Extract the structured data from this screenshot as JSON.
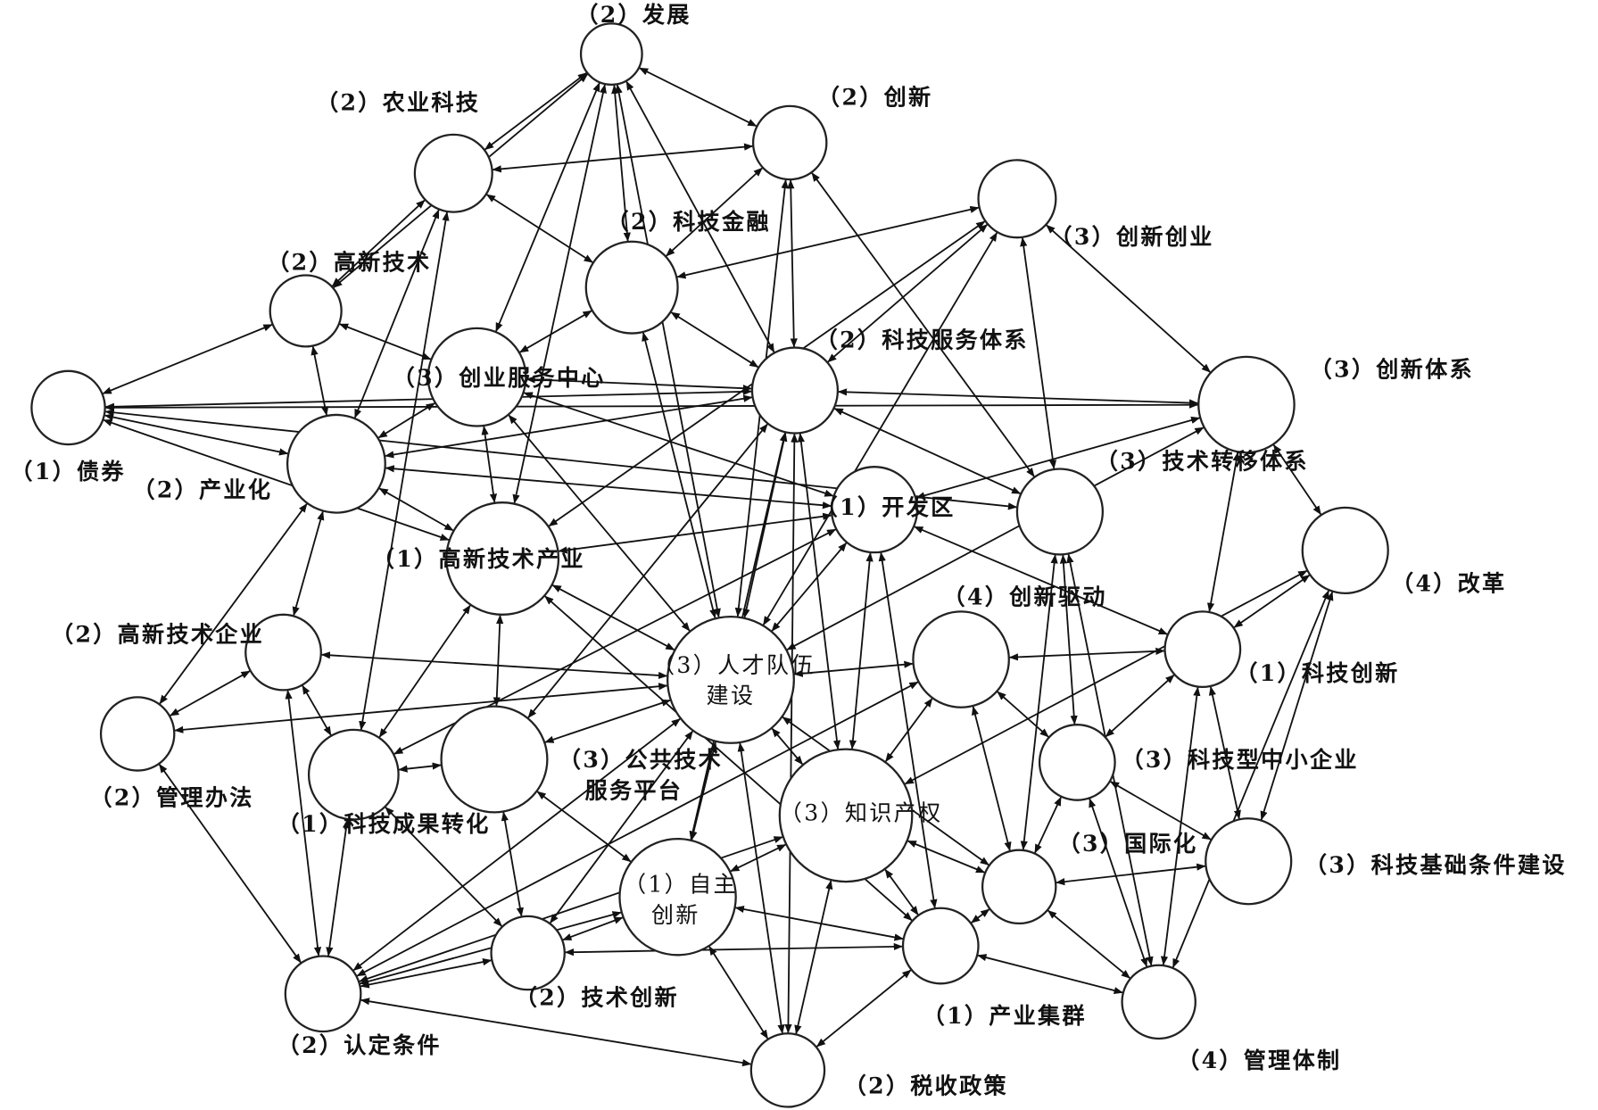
{
  "diagram": {
    "type": "network",
    "nodes": [
      {
        "id": 1,
        "label": "（2）发展"
      },
      {
        "id": 2,
        "label": "（2）创新"
      },
      {
        "id": 3,
        "label": "（2）农业科技"
      },
      {
        "id": 4,
        "label": "（3）创新创业"
      },
      {
        "id": 5,
        "label": "（2）科技金融"
      },
      {
        "id": 6,
        "label": "（2）高新技术"
      },
      {
        "id": 7,
        "label": "（3）创业服务中心"
      },
      {
        "id": 8,
        "label": "（2）科技服务体系"
      },
      {
        "id": 9,
        "label": "（3）创新体系"
      },
      {
        "id": 10,
        "label": "（1）债券"
      },
      {
        "id": 11,
        "label": "（2）产业化"
      },
      {
        "id": 12,
        "label": "（3）技术转移体系"
      },
      {
        "id": 13,
        "label": "（1）开发区"
      },
      {
        "id": 14,
        "label": "（4）改革"
      },
      {
        "id": 15,
        "label": "（1）高新技术产业"
      },
      {
        "id": 16,
        "label": "（2）高新技术企业"
      },
      {
        "id": 17,
        "label": "（4）创新驱动"
      },
      {
        "id": 18,
        "label": "（1）科技创新"
      },
      {
        "id": 19,
        "label": "（3）人才队伍",
        "label2": "建设"
      },
      {
        "id": 20,
        "label": "（2）管理办法"
      },
      {
        "id": 21,
        "label": "（3）公共技术",
        "label2": "服务平台"
      },
      {
        "id": 22,
        "label": "（1）科技成果转化"
      },
      {
        "id": 23,
        "label": "（3）科技型中小企业"
      },
      {
        "id": 24,
        "label": "（3）知识产权"
      },
      {
        "id": 25,
        "label": "（3）国际化"
      },
      {
        "id": 26,
        "label": "（3）科技基础条件建设"
      },
      {
        "id": 27,
        "label": "（1）自主",
        "label2": "创新"
      },
      {
        "id": 28,
        "label": "（2）技术创新"
      },
      {
        "id": 29,
        "label": "（1）产业集群"
      },
      {
        "id": 30,
        "label": "（4）管理体制"
      },
      {
        "id": 31,
        "label": "（2）认定条件"
      },
      {
        "id": 32,
        "label": "（2）税收政策"
      }
    ],
    "edges": [
      [
        1,
        3
      ],
      [
        1,
        2
      ],
      [
        1,
        5
      ],
      [
        1,
        7
      ],
      [
        1,
        8
      ],
      [
        1,
        19
      ],
      [
        1,
        15
      ],
      [
        1,
        6
      ],
      [
        2,
        3
      ],
      [
        2,
        5
      ],
      [
        2,
        8
      ],
      [
        2,
        12
      ],
      [
        2,
        19
      ],
      [
        3,
        5
      ],
      [
        3,
        6
      ],
      [
        3,
        11
      ],
      [
        3,
        22
      ],
      [
        4,
        8
      ],
      [
        4,
        12
      ],
      [
        4,
        9
      ],
      [
        4,
        5
      ],
      [
        4,
        19
      ],
      [
        4,
        15
      ],
      [
        5,
        7
      ],
      [
        5,
        8
      ],
      [
        5,
        19
      ],
      [
        6,
        7
      ],
      [
        6,
        11
      ],
      [
        6,
        10
      ],
      [
        7,
        8
      ],
      [
        7,
        15
      ],
      [
        7,
        11
      ],
      [
        7,
        19
      ],
      [
        7,
        13
      ],
      [
        8,
        9
      ],
      [
        8,
        12
      ],
      [
        8,
        19
      ],
      [
        8,
        27
      ],
      [
        8,
        32
      ],
      [
        8,
        21
      ],
      [
        8,
        11
      ],
      [
        8,
        24
      ],
      [
        9,
        14
      ],
      [
        9,
        19
      ],
      [
        9,
        18
      ],
      [
        9,
        13
      ],
      [
        10,
        11
      ],
      [
        10,
        8
      ],
      [
        10,
        12
      ],
      [
        10,
        15
      ],
      [
        10,
        9
      ],
      [
        11,
        16
      ],
      [
        11,
        20
      ],
      [
        11,
        13
      ],
      [
        11,
        15
      ],
      [
        12,
        23
      ],
      [
        12,
        25
      ],
      [
        12,
        30
      ],
      [
        13,
        15
      ],
      [
        13,
        19
      ],
      [
        13,
        24
      ],
      [
        13,
        29
      ],
      [
        13,
        18
      ],
      [
        13,
        22
      ],
      [
        14,
        18
      ],
      [
        14,
        30
      ],
      [
        14,
        24
      ],
      [
        14,
        26
      ],
      [
        15,
        19
      ],
      [
        15,
        22
      ],
      [
        15,
        21
      ],
      [
        15,
        29
      ],
      [
        16,
        20
      ],
      [
        16,
        19
      ],
      [
        16,
        22
      ],
      [
        16,
        31
      ],
      [
        17,
        19
      ],
      [
        17,
        18
      ],
      [
        17,
        23
      ],
      [
        17,
        25
      ],
      [
        17,
        31
      ],
      [
        17,
        24
      ],
      [
        18,
        23
      ],
      [
        18,
        26
      ],
      [
        18,
        30
      ],
      [
        19,
        20
      ],
      [
        19,
        21
      ],
      [
        19,
        27
      ],
      [
        19,
        24
      ],
      [
        19,
        32
      ],
      [
        19,
        28
      ],
      [
        19,
        25
      ],
      [
        19,
        31
      ],
      [
        20,
        31
      ],
      [
        21,
        22
      ],
      [
        21,
        28
      ],
      [
        21,
        27
      ],
      [
        22,
        31
      ],
      [
        22,
        28
      ],
      [
        23,
        25
      ],
      [
        23,
        30
      ],
      [
        23,
        26
      ],
      [
        24,
        27
      ],
      [
        24,
        32
      ],
      [
        24,
        29
      ],
      [
        24,
        25
      ],
      [
        24,
        31
      ],
      [
        25,
        30
      ],
      [
        25,
        26
      ],
      [
        25,
        29
      ],
      [
        27,
        28
      ],
      [
        27,
        29
      ],
      [
        27,
        32
      ],
      [
        27,
        31
      ],
      [
        28,
        31
      ],
      [
        28,
        29
      ],
      [
        29,
        30
      ],
      [
        29,
        32
      ],
      [
        31,
        32
      ]
    ]
  }
}
